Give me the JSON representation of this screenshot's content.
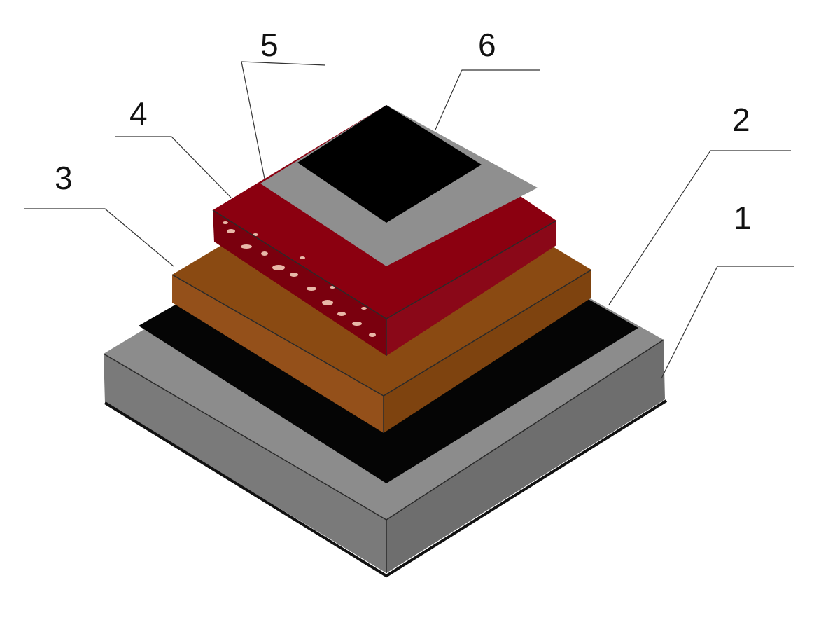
{
  "diagram": {
    "layers": [
      {
        "id": "1",
        "label": "1",
        "color_top": "#8c8c8c",
        "color_front": "#7a7a7a",
        "color_side": "#6e6e6e"
      },
      {
        "id": "2",
        "label": "2",
        "color_top": "#050505"
      },
      {
        "id": "3",
        "label": "3",
        "color_top": "#8a4a12",
        "color_front": "#94501a",
        "color_side": "#7e430f"
      },
      {
        "id": "4",
        "label": "4",
        "color_top": "#8b0010",
        "color_front": "#7a000e",
        "color_side": "#8a0818",
        "speckle_color": "#e8b8a8"
      },
      {
        "id": "5",
        "label": "5",
        "color_top": "#8f8f8f"
      },
      {
        "id": "6",
        "label": "6",
        "color_top": "#000000"
      }
    ]
  }
}
